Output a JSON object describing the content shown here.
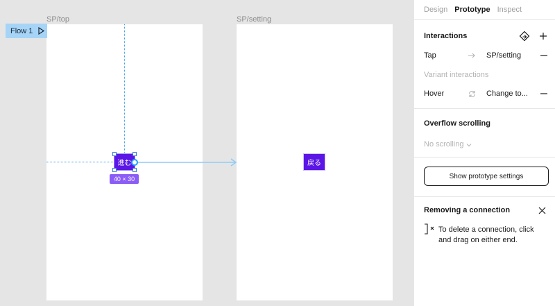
{
  "canvas": {
    "frames": [
      {
        "label": "SP/top"
      },
      {
        "label": "SP/setting"
      }
    ],
    "flow_badge": {
      "label": "Flow 1",
      "icon": "play-icon"
    },
    "buttons": {
      "susumu": "進む",
      "modoru": "戻る"
    },
    "size_badge": "40 × 30",
    "colors": {
      "canvas_bg": "#e5e5e5",
      "button_bg": "#5b16e6",
      "connector": "#8ecbf5",
      "selection": "#3b7bd9",
      "size_badge_bg": "#8b5cf6",
      "flow_badge_bg": "#a6d4f7"
    }
  },
  "panel": {
    "tabs": [
      {
        "label": "Design",
        "active": false
      },
      {
        "label": "Prototype",
        "active": true
      },
      {
        "label": "Inspect",
        "active": false
      }
    ],
    "interactions": {
      "title": "Interactions",
      "rows": [
        {
          "trigger": "Tap",
          "icon": "arrow-right-icon",
          "target": "SP/setting"
        },
        {
          "trigger": "Hover",
          "icon": "swap-icon",
          "target": "Change to..."
        }
      ],
      "variant_label": "Variant interactions"
    },
    "overflow": {
      "title": "Overflow scrolling",
      "value": "No scrolling"
    },
    "show_settings_label": "Show prototype settings",
    "removing": {
      "title": "Removing a connection",
      "text": "To delete a connection, click and drag on either end."
    }
  }
}
